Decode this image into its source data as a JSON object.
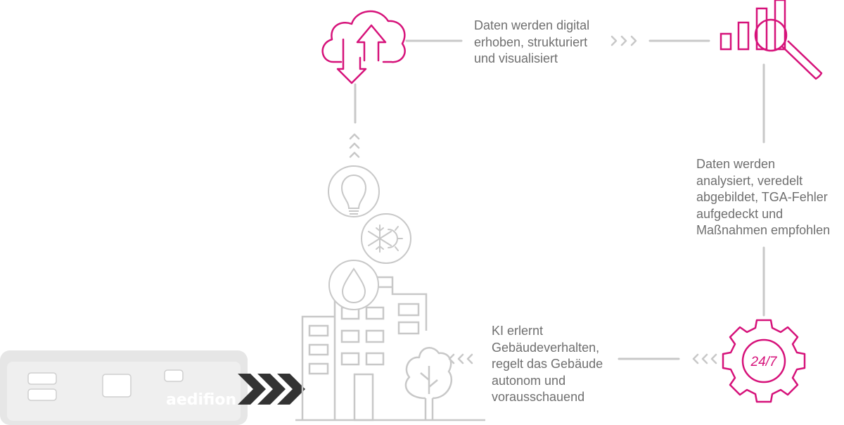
{
  "steps": {
    "collect": {
      "lines": [
        "Daten werden digital",
        "erhoben, strukturiert",
        "und visualisiert"
      ]
    },
    "analyze": {
      "lines": [
        "Daten werden",
        "analysiert, veredelt",
        "abgebildet, TGA-Fehler",
        "aufgedeckt und",
        "Maßnahmen empfohlen"
      ]
    },
    "control": {
      "lines": [
        "KI erlernt",
        "Gebäudeverhalten,",
        "regelt das Gebäude",
        "autonom und",
        "vorausschauend"
      ]
    }
  },
  "device": {
    "brand": "aedifion"
  },
  "badge": {
    "text": "24/7"
  },
  "icons": [
    "cloud-upload-download-icon",
    "bar-chart-magnifier-icon",
    "gear-24-7-icon",
    "building-icon",
    "tree-icon",
    "lightbulb-icon",
    "snowflake-sun-icon",
    "water-drop-icon",
    "chevron-arrows-icon"
  ],
  "colors": {
    "accent": "#d6127a",
    "line": "#c8c8c8",
    "text": "#6f6f6f",
    "device": "#e6e6e6",
    "arrows": "#333333"
  }
}
